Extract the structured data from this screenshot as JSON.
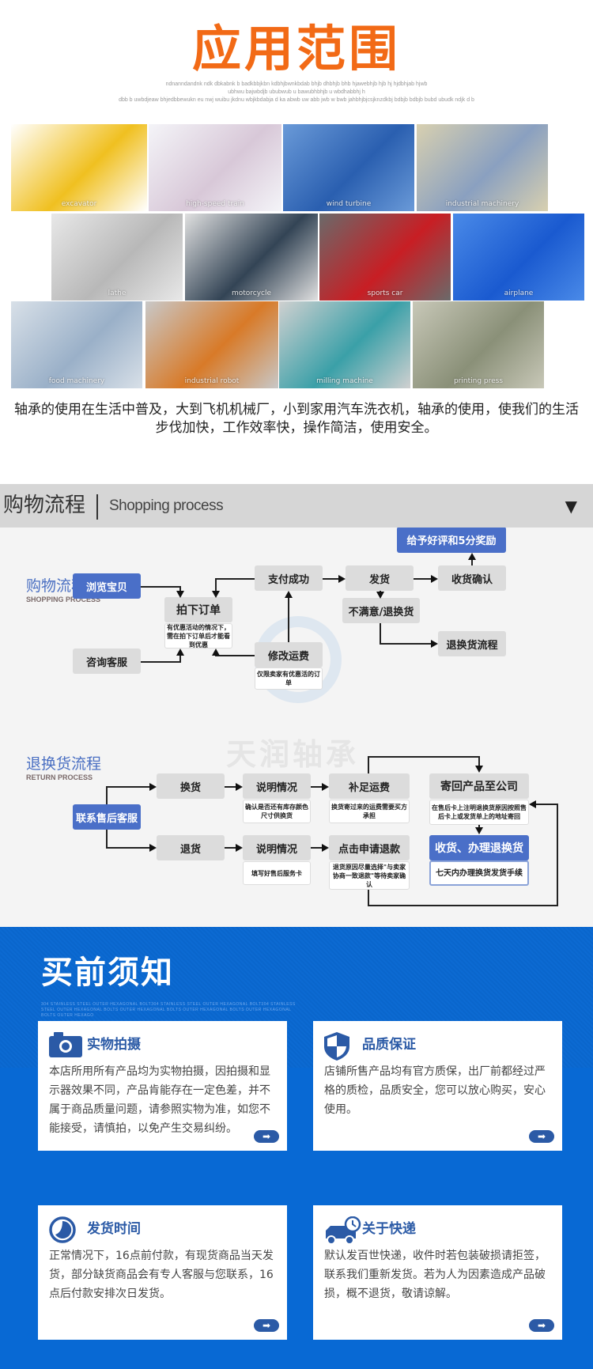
{
  "application_range": {
    "title": "应用范围",
    "filler_lines": [
      "ndnanndandnk ndk dbkabnk b badkbbjkbn kdbhjbwnkbdab  bhjb dhbhjb  bhb hjawebhjb hjb hj hjdbhjab hjwb",
      "ubhwu bajwbdjb ububwub u bawubhbhjb u wbdhabbhj h",
      "dbb b uwbdjeaw bhjedbbewukn eu nwj wuibu jkdnu wbjkbdabja d ka abwb uw abb jwb w bwb jahbhjbjcsjknzdkbj  bdbjb bdbjb bubd ubudk ndjk d b"
    ],
    "photos": [
      {
        "label": "excavator",
        "colors": [
          "#f0c020",
          "#ffffff"
        ]
      },
      {
        "label": "high-speed train",
        "colors": [
          "#d8c8d8",
          "#f4f4f8"
        ]
      },
      {
        "label": "wind turbine",
        "colors": [
          "#2a5fb0",
          "#6a9ad8"
        ]
      },
      {
        "label": "industrial machinery",
        "colors": [
          "#8aa0c0",
          "#d8d0b0"
        ]
      },
      {
        "label": "lathe",
        "colors": [
          "#b8b8b8",
          "#e8e8e8"
        ]
      },
      {
        "label": "motorcycle",
        "colors": [
          "#334455",
          "#e0e0e0"
        ]
      },
      {
        "label": "sports car",
        "colors": [
          "#c81e24",
          "#6a6a6a"
        ]
      },
      {
        "label": "airplane",
        "colors": [
          "#1a5ad0",
          "#4a8ae8"
        ]
      },
      {
        "label": "food machinery",
        "colors": [
          "#9ab0c8",
          "#d8e0e8"
        ]
      },
      {
        "label": "industrial robot",
        "colors": [
          "#d87a28",
          "#c8c8c8"
        ]
      },
      {
        "label": "milling machine",
        "colors": [
          "#3aa0a8",
          "#d0d0d0"
        ]
      },
      {
        "label": "printing press",
        "colors": [
          "#8a9078",
          "#c8c8b8"
        ]
      }
    ],
    "description": "轴承的使用在生活中普及，大到飞机机械厂，小到家用汽车洗衣机，轴承的使用，使我们的生活步伐加快，工作效率快，操作简洁，使用安全。"
  },
  "shopping_process": {
    "header": {
      "title_cn": "购物流程",
      "title_en": "Shopping process",
      "caret": "▼"
    },
    "watermark": "天润轴承",
    "flow1": {
      "title": "购物流程",
      "subtitle": "SHOPPING PROCESS",
      "browse": "浏览宝贝",
      "consult": "咨询客服",
      "order": "拍下订单",
      "order_note": "有优惠活动的情况下，需在拍下订单后才能看到优惠",
      "paid": "支付成功",
      "modify_fee": "修改运费",
      "modify_note": "仅限卖家有优惠活的订单",
      "ship": "发货",
      "unsatisfied": "不满意/退换货",
      "confirm": "收货确认",
      "review": "给予好评和5分奖励",
      "return_flow": "退换货流程"
    },
    "flow2": {
      "title": "退换货流程",
      "subtitle": "RETURN PROCESS",
      "contact": "联系售后客服",
      "exchange": "换货",
      "refund": "退货",
      "explain1": "说明情况",
      "explain1_note": "确认是否还有库存颜色尺寸供换货",
      "explain2": "说明情况",
      "explain2_note": "填写好售后服务卡",
      "topup": "补足运费",
      "topup_note": "换货寄过来的运费需要买方承担",
      "apply_refund": "点击申请退款",
      "apply_note": "退货原因尽量选择\"与卖家协商一致退款\"等待卖家确认",
      "send_back": "寄回产品至公司",
      "send_back_note": "在售后卡上注明退换货原因按照售后卡上或发货单上的地址寄回",
      "process": "收货、办理退换货",
      "process_note": "七天内办理换货发货手续"
    }
  },
  "notice": {
    "title": "买前须知",
    "filler": "304 STAINLESS STEEL OUTER HEXAGONAL BOLT304 STAINLESS STEEL OUTER HEXAGONAL BOLT304 STAINLESS STEEL OUTER HEXAGONAL BOLTS OUTER HEXAGONAL BOLTS OUTER HEXAGONAL BOLTS OUTER HEXAGONAL BOLTS OUTER HEXAGO",
    "cards": [
      {
        "icon": "camera-icon",
        "title": "实物拍摄",
        "body": "本店所用所有产品均为实物拍摄，因拍摄和显示器效果不同，产品肯能存在一定色差，并不属于商品质量问题，请参照实物为准，如您不能接受，请慎拍，以免产生交易纠纷。",
        "arrow": "➡"
      },
      {
        "icon": "shield-icon",
        "title": "品质保证",
        "body": "店铺所售产品均有官方质保，出厂前都经过严格的质检，品质安全，您可以放心购买，安心使用。",
        "arrow": "➡"
      },
      {
        "icon": "clock-icon",
        "title": "发货时间",
        "body": "正常情况下，16点前付款，有现货商品当天发货，部分缺货商品会有专人客服与您联系，16点后付款安排次日发货。",
        "arrow": "➡"
      },
      {
        "icon": "delivery-truck-icon",
        "title": "关于快递",
        "body": "默认发百世快递，收件时若包装破损请拒签，联系我们重新发货。若为人为因素造成产品破损，概不退货，敬请谅解。",
        "arrow": "➡"
      }
    ]
  },
  "colors": {
    "title_orange": "#f26a16",
    "flow_blue": "#4a6fc8",
    "notice_blue": "#0869d4",
    "card_blue": "#2b5aa6"
  }
}
